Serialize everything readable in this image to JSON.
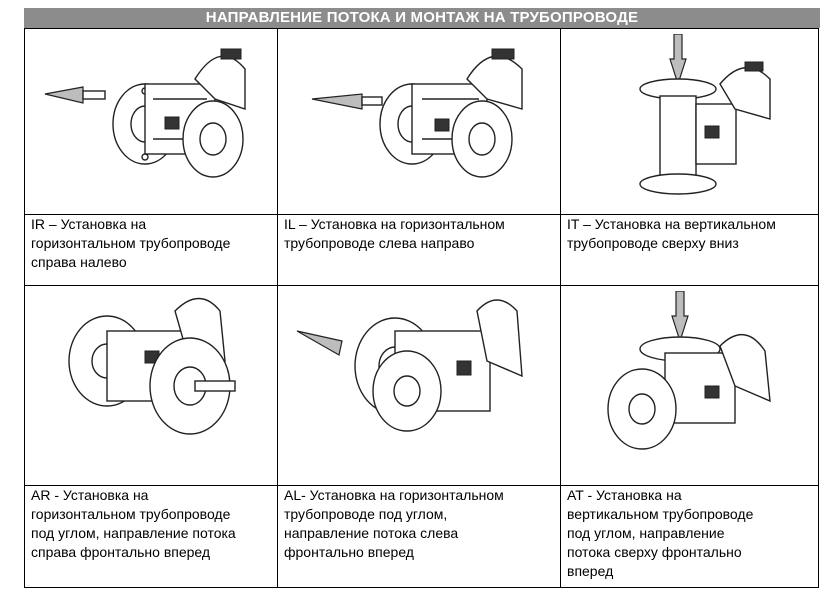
{
  "title": "НАПРАВЛЕНИЕ ПОТОКА И МОНТАЖ НА ТРУБОПРОВОДЕ",
  "cells": [
    {
      "lines": [
        "IR – Установка на",
        "горизонтальном трубопроводе",
        "справа налево"
      ]
    },
    {
      "lines": [
        "IL – Установка на горизонтальном",
        "трубопроводе слева направо"
      ]
    },
    {
      "lines": [
        "IT – Установка на вертикальном",
        "трубопроводе сверху вниз"
      ]
    },
    {
      "lines": [
        "AR - Установка на",
        "горизонтальном трубопроводе",
        "под углом, направление потока",
        "справа фронтально вперед"
      ]
    },
    {
      "lines": [
        "AL- Установка на горизонтальном",
        "трубопроводе под углом,",
        "направление потока слева",
        "фронтально вперед"
      ]
    },
    {
      "lines": [
        "AT - Установка на",
        "вертикальном трубопроводе",
        "под углом, направление",
        "потока сверху фронтально",
        "вперед"
      ]
    }
  ]
}
